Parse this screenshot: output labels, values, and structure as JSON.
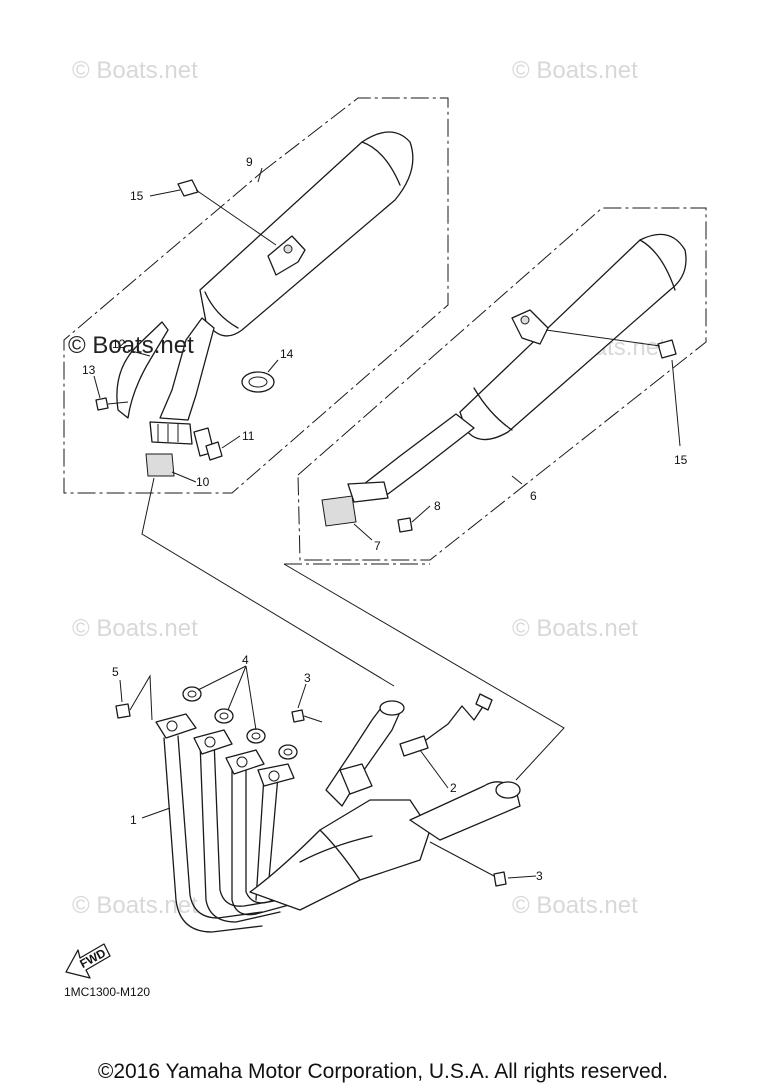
{
  "watermarks": {
    "w1": "© Boats.net",
    "w2": "© Boats.net",
    "w3": "© Boats.net",
    "w4": "© Boats.net",
    "w5": "© Boats.net",
    "w6": "© Boats.net",
    "w7": "© Boats.net",
    "w8": "© Boats.net"
  },
  "callouts": {
    "c1": "1",
    "c2": "2",
    "c3a": "3",
    "c3b": "3",
    "c4": "4",
    "c5": "5",
    "c6": "6",
    "c7": "7",
    "c8": "8",
    "c9": "9",
    "c10": "10",
    "c11": "11",
    "c12": "12",
    "c13": "13",
    "c14": "14",
    "c15a": "15",
    "c15b": "15"
  },
  "fwd_label": "FWD",
  "diagram_code": "1MC1300-M120",
  "copyright": "©2016 Yamaha Motor Corporation, U.S.A. All rights reserved."
}
